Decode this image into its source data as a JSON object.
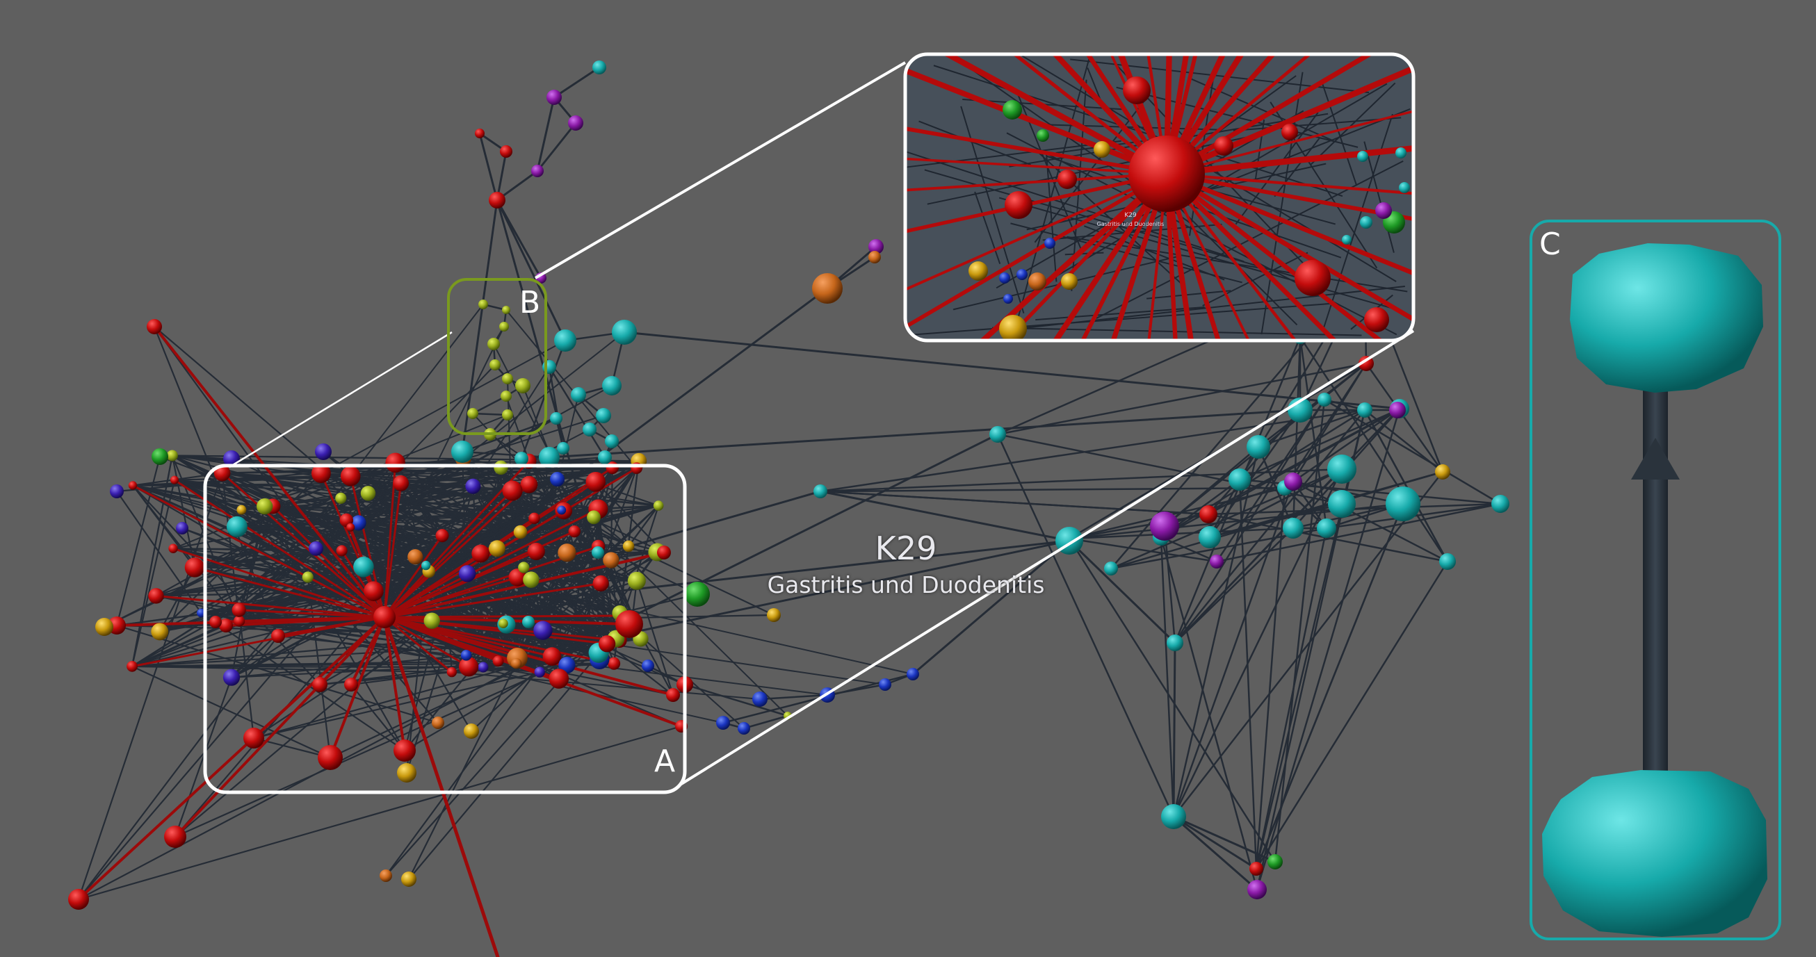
{
  "highlighted_node": {
    "code": "K29",
    "name": "Gastritis und Duodenitis"
  },
  "inset_zoom_label": {
    "code": "K29",
    "name": "Gastritis und Duodenitis"
  },
  "panels": {
    "a": "A",
    "b": "B",
    "c": "C"
  },
  "colors": {
    "background": "#5f5f5f",
    "edge": "#252c36",
    "red": "#c30c0c",
    "cyan": "#17aaaa",
    "yellow_green": "#9aae1e",
    "purple": "#8a1aa6",
    "blue_violet": "#3a1fb0",
    "gold": "#c99a0e",
    "orange": "#c6661b",
    "green": "#1e9a25",
    "blue": "#1a35c0",
    "frame_white": "#ffffff",
    "frame_b": "#7a9a1e",
    "frame_c": "#17aaaa"
  }
}
